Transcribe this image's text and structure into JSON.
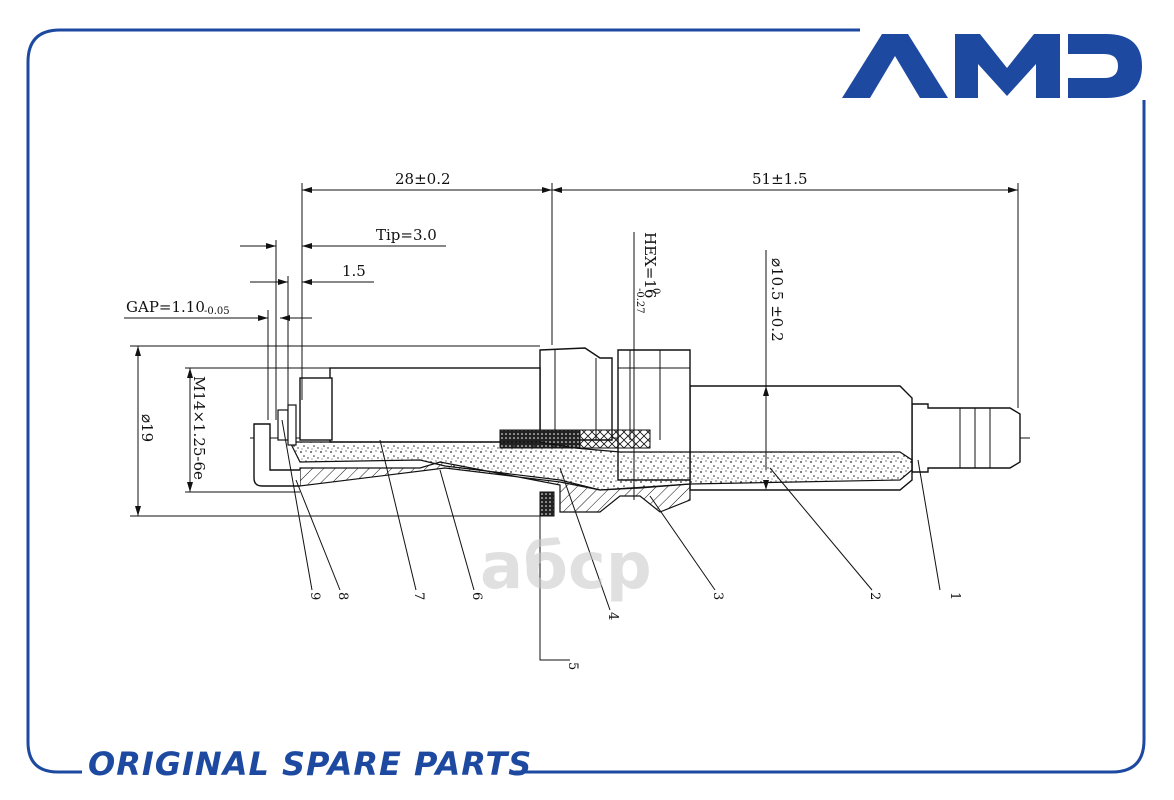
{
  "brand": {
    "logo_text": "AMD",
    "color": "#1d4aa0"
  },
  "footer": {
    "tagline": "ORIGINAL SPARE PARTS"
  },
  "watermark": {
    "text": "aбcp"
  },
  "dimensions": {
    "length_threaded": "28±0.2",
    "length_total": "51±1.5",
    "tip": "Tip=3.0",
    "offset": "1.5",
    "gap": "GAP=1.10",
    "gap_tol": "-0.05",
    "hex": "HEX=16",
    "hex_sup": "0",
    "hex_sub": "-0.27",
    "terminal_dia": "⌀10.5 ±0.2",
    "thread": "M14×1.25-6e",
    "seat_dia": "⌀19"
  },
  "callouts": [
    "9",
    "8",
    "7",
    "6",
    "5",
    "4",
    "3",
    "2",
    "1"
  ]
}
